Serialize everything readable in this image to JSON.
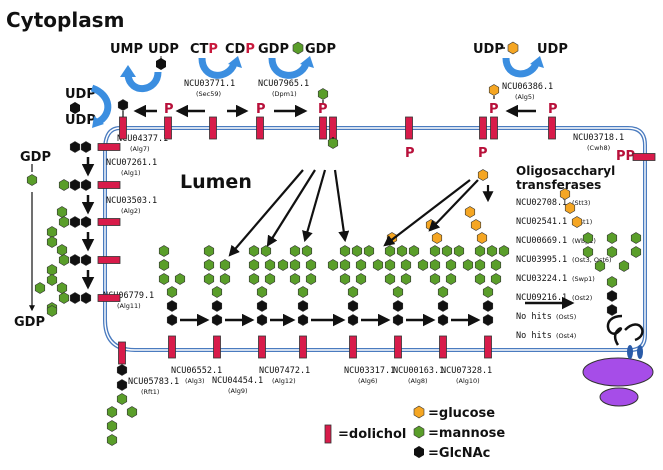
{
  "title": {
    "cytoplasm": "Cytoplasm",
    "lumen": "Lumen"
  },
  "colors": {
    "glucose": "#f5a623",
    "mannose": "#5a9e2a",
    "glcnac": "#111111",
    "dolichol": "#d81b4a",
    "membrane": "#4a7bbf",
    "arrow_blue": "#3b8ee0",
    "ost": "#a64de8",
    "p_red": "#b8103a"
  },
  "donors": {
    "ump": "UMP",
    "udp": "UDP",
    "ctp": "CT",
    "ctp_p": "P",
    "cdp": "CD",
    "cdp_p": "P",
    "gdp": "GDP",
    "p": "P",
    "pp": "PP"
  },
  "enzymes": {
    "sec59": {
      "gene": "NCU03771.1",
      "alias": "(Sec59)"
    },
    "dpm1": {
      "gene": "NCU07965.1",
      "alias": "(Dpm1)"
    },
    "alg5": {
      "gene": "NCU06386.1",
      "alias": "(Alg5)"
    },
    "alg7": {
      "gene": "NCU04377.1",
      "alias": "(Alg7)"
    },
    "alg1": {
      "gene": "NCU07261.1",
      "alias": "(Alg1)"
    },
    "alg2": {
      "gene": "NCU03503.1",
      "alias": "(Alg2)"
    },
    "alg11": {
      "gene": "NCU06779.1",
      "alias": "(Alg11)"
    },
    "cwh8": {
      "gene": "NCU03718.1",
      "alias": "(Cwh8)"
    },
    "rft1": {
      "gene": "NCU05783.1",
      "alias": "(Rft1)"
    },
    "alg3": {
      "gene": "NCU06552.1",
      "alias": "(Alg3)"
    },
    "alg9": {
      "gene": "NCU04454.1",
      "alias": "(Alg9)"
    },
    "alg12": {
      "gene": "NCU07472.1",
      "alias": "(Alg12)"
    },
    "alg6": {
      "gene": "NCU03317.1",
      "alias": "(Alg6)"
    },
    "alg8": {
      "gene": "NCU00163.1",
      "alias": "(Alg8)"
    },
    "alg10": {
      "gene": "NCU07328.1",
      "alias": "(Alg10)"
    }
  },
  "ost": {
    "title_line1": "Oligosaccharyl",
    "title_line2": "transferases",
    "items": [
      {
        "gene": "NCU02708.1",
        "alias": "(Stt3)"
      },
      {
        "gene": "NCU02541.1",
        "alias": "(Ost1)"
      },
      {
        "gene": "NCU00669.1",
        "alias": "(Wbp1)"
      },
      {
        "gene": "NCU03995.1",
        "alias": "(Ost3, Ost6)"
      },
      {
        "gene": "NCU03224.1",
        "alias": "(Swp1)"
      },
      {
        "gene": "NCU09216.1",
        "alias": "(Ost2)"
      },
      {
        "gene": "No hits",
        "alias": "(Ost5)"
      },
      {
        "gene": "No hits",
        "alias": "(Ost4)"
      }
    ]
  },
  "legend": {
    "dolichol": "=dolichol",
    "glucose": "=glucose",
    "mannose": "=mannose",
    "glcnac": "=GlcNAc"
  }
}
